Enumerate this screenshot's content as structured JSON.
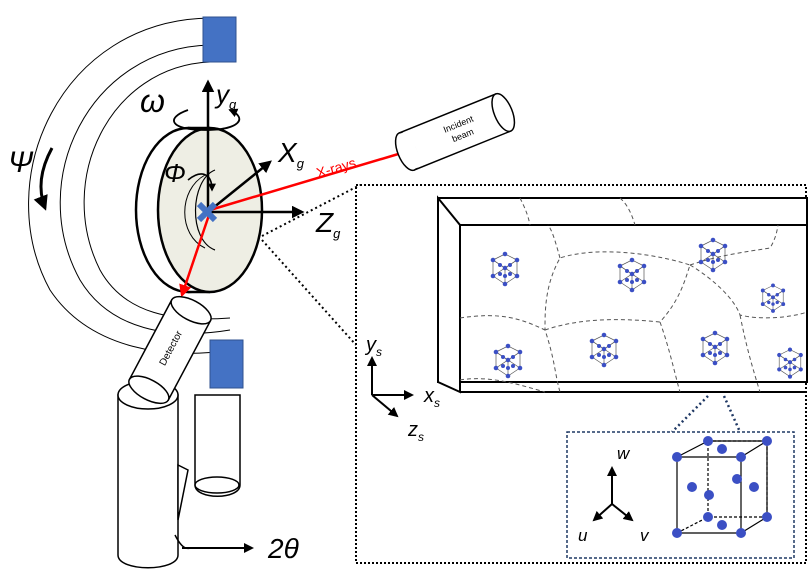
{
  "diagram": {
    "goniometer": {
      "omega_symbol": "ω",
      "psi_symbol": "Ψ",
      "phi_symbol": "Φ",
      "two_theta_label": "2θ"
    },
    "global_axes": {
      "x": {
        "main": "X",
        "sub": "g"
      },
      "y": {
        "main": "y",
        "sub": "g"
      },
      "z": {
        "main": "Z",
        "sub": "g"
      }
    },
    "beam": {
      "xray_label": "X-rays",
      "incident_label_line1": "Incident",
      "incident_label_line2": "beam"
    },
    "detector_label": "Detector",
    "sample_axes": {
      "x": {
        "main": "x",
        "sub": "s"
      },
      "y": {
        "main": "y",
        "sub": "s"
      },
      "z": {
        "main": "z",
        "sub": "s"
      }
    },
    "crystal_axes": {
      "u": "u",
      "v": "v",
      "w": "w"
    },
    "colors": {
      "xray": "#ff0000",
      "mount_block": "#4472c4",
      "sample_face": "#eeeee4",
      "atom": "#3b4fc4",
      "inset_border": "#1f3864"
    }
  }
}
